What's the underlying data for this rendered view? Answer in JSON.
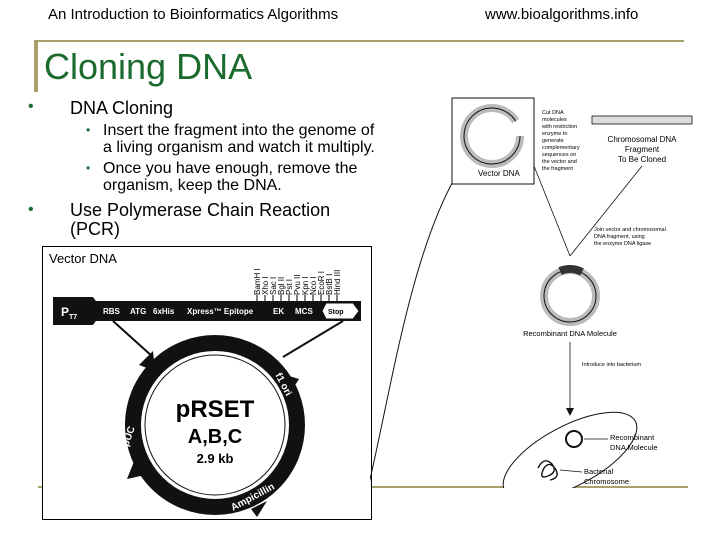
{
  "header": {
    "left": "An Introduction to Bioinformatics Algorithms",
    "right": "www.bioalgorithms.info"
  },
  "slide": {
    "title": "Cloning DNA",
    "bullets": [
      {
        "text": "DNA Cloning",
        "level": 1
      },
      {
        "text": "Insert the fragment into the genome of",
        "level": 2
      },
      {
        "text": "a living organism and watch it multiply.",
        "level": 2,
        "continuation": true
      },
      {
        "text": "Once you have enough, remove the",
        "level": 2
      },
      {
        "text": "organism, keep the DNA.",
        "level": 2,
        "continuation": true
      },
      {
        "text": "Use Polymerase Chain Reaction",
        "level": 1
      },
      {
        "text": "(PCR)",
        "level": 1,
        "continuation": true
      }
    ]
  },
  "vector_figure": {
    "label": "Vector DNA",
    "promoter": "P",
    "promoter_sub": "T7",
    "map_features": [
      "RBS",
      "ATG",
      "6xHis",
      "Xpress™ Epitope",
      "EK",
      "MCS",
      "Stop"
    ],
    "restriction_sites": [
      "BamH I",
      "Xho I",
      "Sac I",
      "Bgl II",
      "Pst I",
      "Pvu II",
      "Kpn I",
      "Nco I",
      "EcoR I",
      "BstB I",
      "Hind III"
    ],
    "plasmid_name": "pRSET",
    "plasmid_variants": "A,B,C",
    "plasmid_size": "2.9 kb",
    "segments": [
      "f1 ori",
      "pUC",
      "Ampicillin"
    ]
  },
  "cloning_diagram": {
    "vector_label": "Vector DNA",
    "cut_note": [
      "Cut DNA",
      "molecules",
      "with restriction",
      "enzyme to",
      "generate",
      "complementary",
      "sequences on",
      "the vector and",
      "the fragment"
    ],
    "fragment_label": [
      "Chromosomal DNA",
      "Fragment",
      "To Be Cloned"
    ],
    "join_note": [
      "Join vector and chromosomal",
      "DNA fragment, using",
      "the enzyme DNA ligase"
    ],
    "recombinant_label": "Recombinant DNA Molecule",
    "introduce_note": "Introduce into bacterium",
    "bacterium_recombinant": [
      "Recombinant",
      "DNA Molecule"
    ],
    "bacterium_chromosome": [
      "Bacterial",
      "Chromosome"
    ]
  }
}
